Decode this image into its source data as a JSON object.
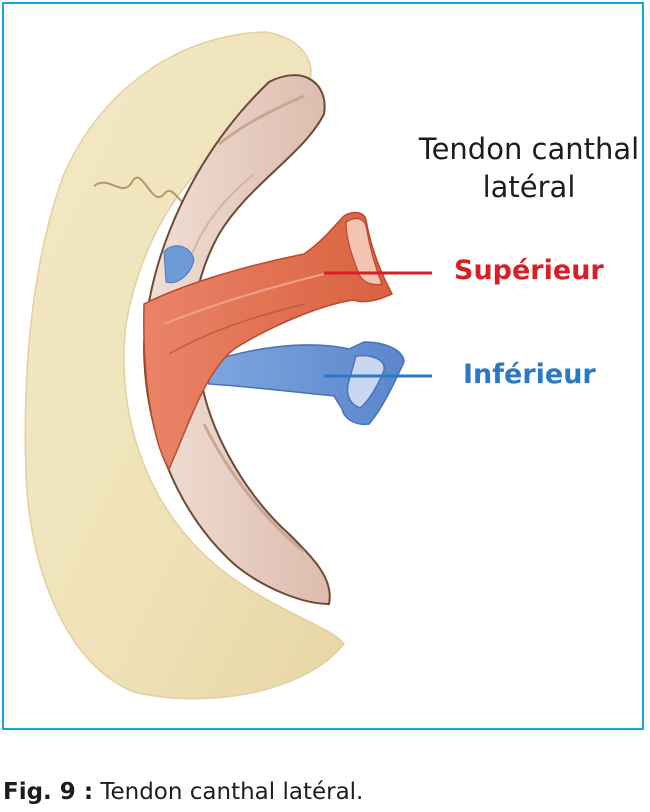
{
  "figure": {
    "title_line1": "Tendon canthal",
    "title_line2": "latéral",
    "label_superior": "Supérieur",
    "label_inferior": "Inférieur",
    "caption_prefix": "Fig. 9 :",
    "caption_text": " Tendon canthal latéral."
  },
  "colors": {
    "frame": "#1aa6dc",
    "superior": "#d91f26",
    "inferior": "#2b79c2",
    "bone": "#efe3bd",
    "tendon_superior": "#e8785a",
    "tendon_inferior": "#6e9ad8",
    "globe": "#e8d0c4"
  }
}
